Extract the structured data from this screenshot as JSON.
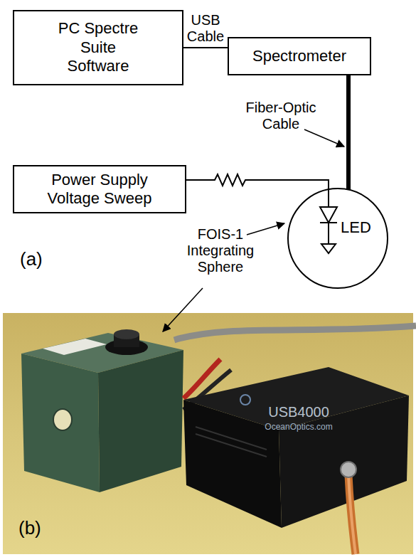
{
  "diagram": {
    "nodes": [
      {
        "text": [
          "PC Spectre Suite Software"
        ]
      },
      {
        "text": [
          "Spectrometer"
        ]
      },
      {
        "text": [
          "Power Supply Voltage Sweep"
        ]
      },
      {
        "text": [
          "LED"
        ]
      }
    ],
    "edges": [
      {
        "from": 0,
        "to": 1,
        "arrow": "none",
        "label": "USB Cable"
      },
      {
        "from": 1,
        "to": 3,
        "arrow": "none"
      },
      {
        "from": 2,
        "to": 3,
        "arrow": "none"
      }
    ],
    "labels": [
      "Fiber-Optic Cable",
      "FOIS-1 Integrating Sphere",
      "(a)",
      "(b)",
      "USB4000",
      "OceanOptics.com"
    ]
  }
}
